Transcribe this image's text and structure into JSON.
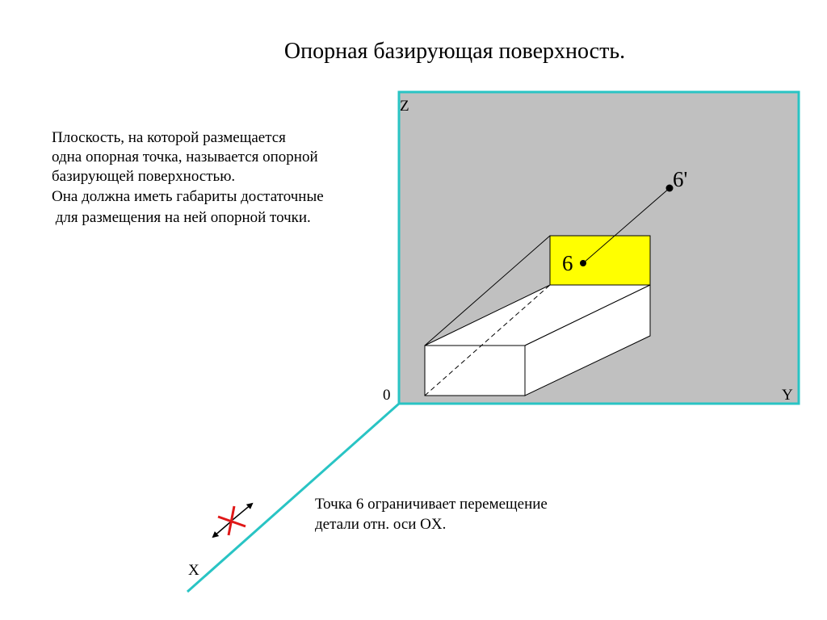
{
  "title": "Опорная базирующая поверхность.",
  "description_lines": [
    "Плоскость, на которой размещается",
    "одна опорная точка, называется опорной",
    "базирующей поверхностью.",
    "Она должна иметь габариты достаточные",
    " для размещения на ней опорной точки."
  ],
  "axes": {
    "z": "Z",
    "y": "Y",
    "x": "X",
    "origin": "0"
  },
  "points": {
    "point": "6",
    "projection": "6'"
  },
  "note_lines": [
    "Точка 6 ограничивает перемещение",
    "детали отн. оси OX."
  ],
  "colors": {
    "plane_fill": "#c0c0c0",
    "axis_line": "#29c4c4",
    "support_face": "#ffff00",
    "restricted_marker": "#e01818"
  }
}
